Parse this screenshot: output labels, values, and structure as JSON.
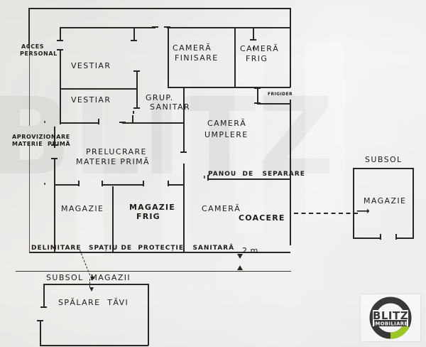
{
  "document": {
    "kind": "architectural-floor-plan-scan",
    "language": "ro"
  },
  "watermark": {
    "text": "BLITZ"
  },
  "plan": {
    "rooms": [
      {
        "id": "vestiar-1",
        "label": "VESTIAR"
      },
      {
        "id": "vestiar-2",
        "label": "VESTIAR"
      },
      {
        "id": "grup-sanitar",
        "label_line1": "GRUP.",
        "label_line2": "SANITAR"
      },
      {
        "id": "camera-finisare",
        "label_line1": "CAMERĂ",
        "label_line2": "FINISARE"
      },
      {
        "id": "camera-frig",
        "label_line1": "CAMERĂ",
        "label_line2": "FRIG"
      },
      {
        "id": "frigider",
        "label": "FRIGIDER"
      },
      {
        "id": "camera-umplere",
        "label_line1": "CAMERĂ",
        "label_line2": "UMPLERE"
      },
      {
        "id": "prelucrare",
        "label_line1": "PRELUCRARE",
        "label_line2": "MATERIE PRIMĂ"
      },
      {
        "id": "magazie",
        "label": "MAGAZIE"
      },
      {
        "id": "magazie-frig",
        "label_line1": "MAGAZIE",
        "label_line2": "FRIG"
      },
      {
        "id": "camera-coacere",
        "label_line1": "CAMERĂ",
        "label_line2": "COACERE"
      },
      {
        "id": "subsol-magazie",
        "label": "MAGAZIE"
      },
      {
        "id": "spalare-tavi",
        "label": "SPĂLARE  TĂVI"
      }
    ],
    "annotations": {
      "acces_personal_line1": "ACCES",
      "acces_personal_line2": "PERSONAL",
      "aprovizionare_line1": "APROVIZIONARE",
      "aprovizionare_line2": "MATERIE  PRIMĂ",
      "panou_separare": "PANOU  DE   SEPARARE",
      "delimitare": "DELIMITARE",
      "spatiu_protectie": "SPAȚIU DE  PROTECȚIE   SANITARĂ",
      "dimension_2m": "2 m",
      "subsol": "SUBSOL",
      "subsol_magazii": "SUBSOL  MAGAZII"
    }
  },
  "logo": {
    "brand": "BLITZ",
    "subtitle": "IMOBILIARE",
    "ring_color": "#3a3a38",
    "accent_color": "#9fcc28",
    "text_color": "#3a3a38"
  }
}
